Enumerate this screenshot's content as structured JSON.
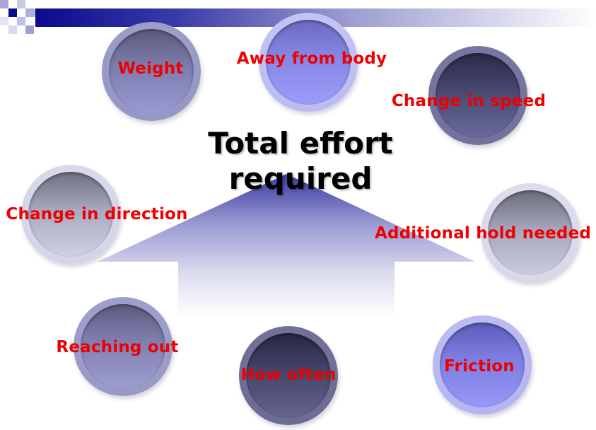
{
  "title": {
    "line1": "Total effort",
    "line2": "required"
  },
  "factors": [
    {
      "label": "Weight"
    },
    {
      "label": "Away from body"
    },
    {
      "label": "Change in speed"
    },
    {
      "label": "Change in direction"
    },
    {
      "label": "Additional hold needed"
    },
    {
      "label": "Reaching out"
    },
    {
      "label": "How often"
    },
    {
      "label": "Friction"
    }
  ],
  "colors": {
    "label_text": "#ee0000",
    "title_text": "#000000",
    "bar_dark": "#0a0a8c",
    "arrow_dark": "#3a3aa0"
  }
}
